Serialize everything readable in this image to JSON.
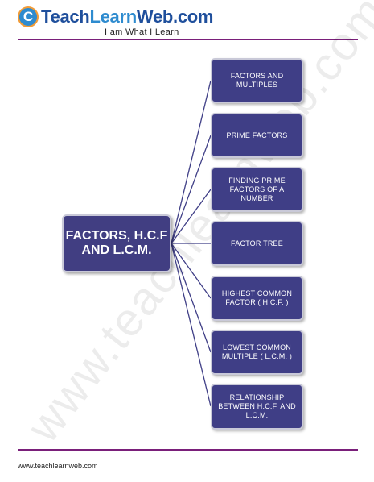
{
  "header": {
    "logo_letter": "C",
    "brand_part1": "Teach",
    "brand_part2": "Learn",
    "brand_part3": "Web.com",
    "tagline": "I am What I Learn"
  },
  "watermark": "www.teachlearnweb.com",
  "diagram": {
    "center": "FACTORS, H.C.F AND L.C.M.",
    "topics": [
      "FACTORS AND MULTIPLES",
      "PRIME FACTORS",
      "FINDING PRIME FACTORS OF A NUMBER",
      "FACTOR TREE",
      "HIGHEST COMMON FACTOR ( H.C.F. )",
      "LOWEST COMMON MULTIPLE ( L.C.M. )",
      "RELATIONSHIP BETWEEN H.C.F. AND L.C.M."
    ]
  },
  "footer": {
    "url": "www.teachlearnweb.com"
  },
  "colors": {
    "box_fill": "#413e82",
    "rule": "#7a1f7a",
    "brand_blue": "#1f4f9c",
    "brand_light": "#2e8bcf"
  }
}
